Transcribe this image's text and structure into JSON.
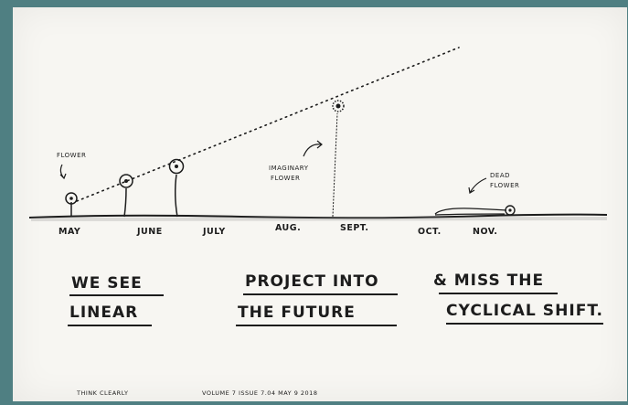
{
  "labels": {
    "flower": "FLOWER",
    "imaginary_flower_line1": "IMAGINARY",
    "imaginary_flower_line2": "FLOWER",
    "dead_flower_line1": "DEAD",
    "dead_flower_line2": "FLOWER"
  },
  "months": [
    "MAY",
    "JUNE",
    "JULY",
    "AUG.",
    "SEPT.",
    "OCT.",
    "NOV."
  ],
  "captions": {
    "c1_line1": "WE SEE",
    "c1_line2": "LINEAR",
    "c2_line1": "PROJECT INTO",
    "c2_line2": "THE FUTURE",
    "c3_line1": "& MISS THE",
    "c3_line2": "CYCLICAL SHIFT."
  },
  "footer": {
    "left": "THINK CLEARLY",
    "middle": "VOLUME 7 ISSUE 7.04 MAY 9 2018"
  },
  "colors": {
    "border": "#4f7f82",
    "paper": "#f7f6f2",
    "ink": "#1c1c1c"
  }
}
